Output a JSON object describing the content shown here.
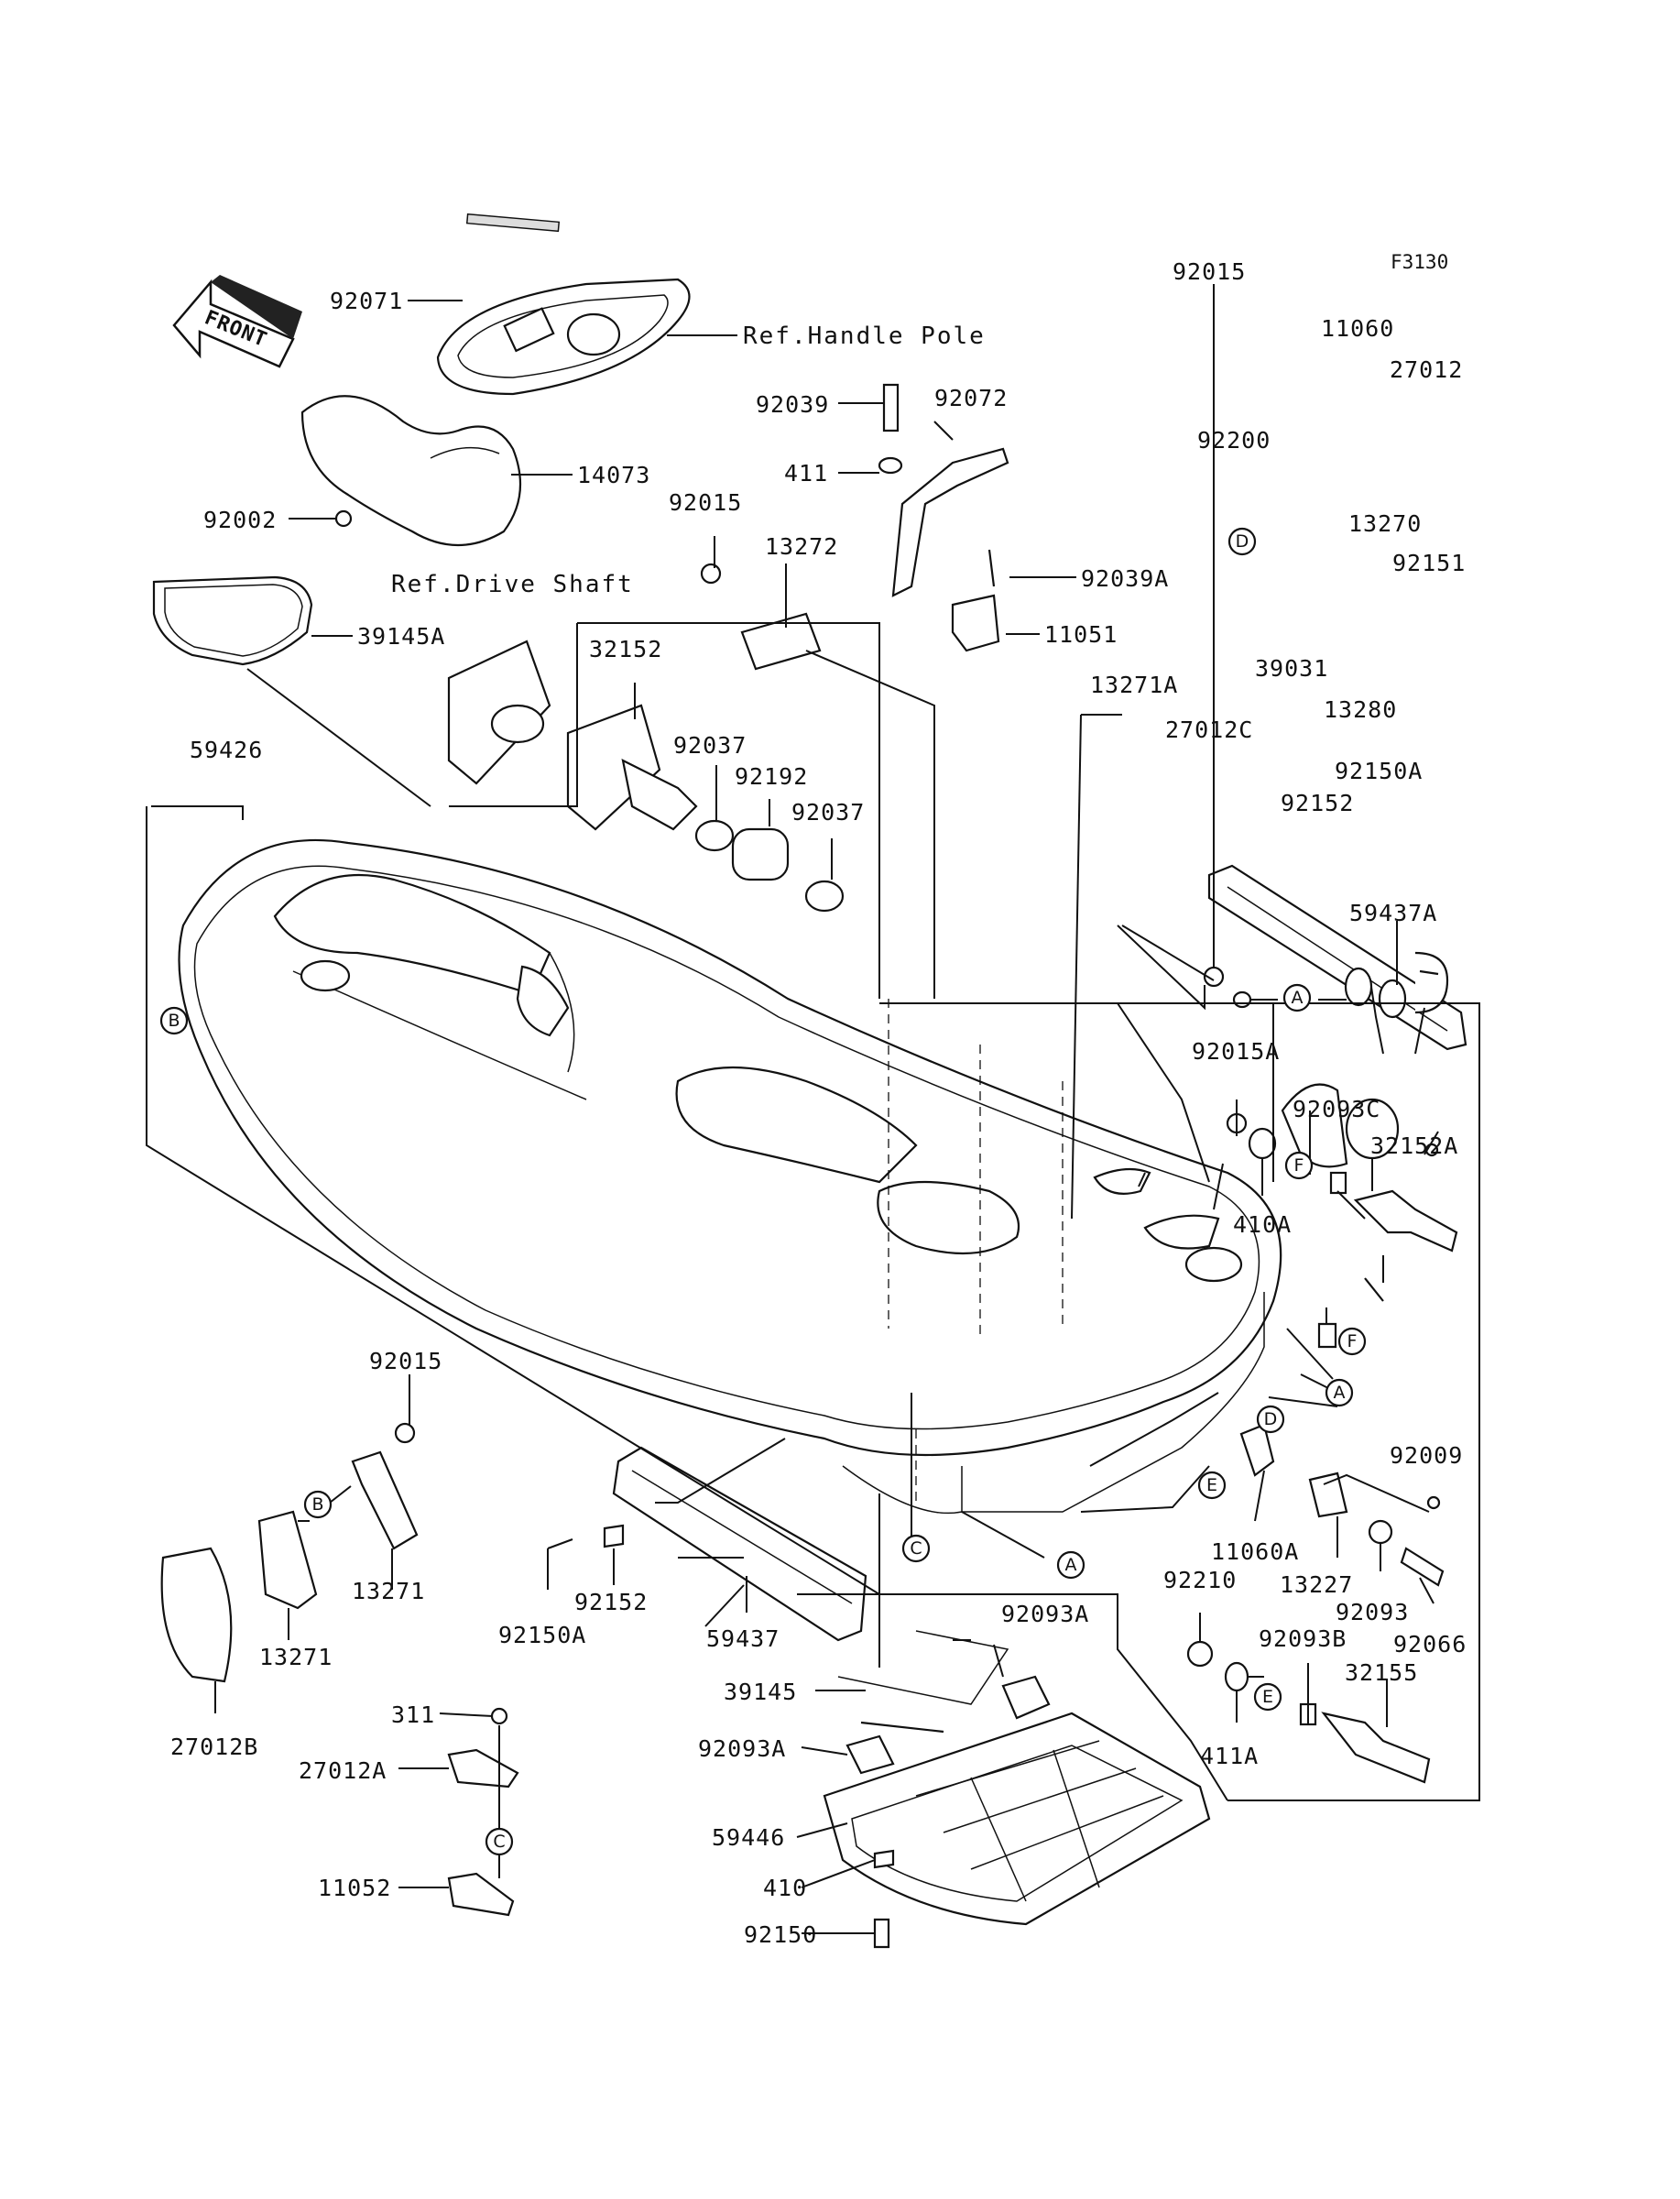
{
  "figure_code": "F3130",
  "front_arrow": {
    "label": "FRONT"
  },
  "references": {
    "handle_pole": "Ref.Handle Pole",
    "drive_shaft": "Ref.Drive Shaft"
  },
  "callout_letters": [
    "A",
    "B",
    "C",
    "D",
    "E",
    "F"
  ],
  "parts": {
    "p92071": "92071",
    "p14073": "14073",
    "p92002": "92002",
    "p39145A": "39145A",
    "p59426": "59426",
    "p92039": "92039",
    "p92072": "92072",
    "p411": "411",
    "p92015_a": "92015",
    "p13272": "13272",
    "p92039A": "92039A",
    "p11051": "11051",
    "p32152": "32152",
    "p92037_a": "92037",
    "p92192": "92192",
    "p92037_b": "92037",
    "p92015_b": "92015",
    "p11060": "11060",
    "p27012": "27012",
    "p92200": "92200",
    "p13270": "13270",
    "p92151": "92151",
    "p39031": "39031",
    "p13280": "13280",
    "p13271A": "13271A",
    "p27012C": "27012C",
    "p92150A_a": "92150A",
    "p92152_a": "92152",
    "p59437A": "59437A",
    "p92015A": "92015A",
    "p92093C": "92093C",
    "p32152A": "32152A",
    "p410A": "410A",
    "p92009": "92009",
    "p11060A": "11060A",
    "p13227": "13227",
    "p92093": "92093",
    "p92066": "92066",
    "p92210": "92210",
    "p92093B": "92093B",
    "p32155": "32155",
    "p411A": "411A",
    "p92093A_a": "92093A",
    "p39145": "39145",
    "p92093A_b": "92093A",
    "p59446": "59446",
    "p410": "410",
    "p92150": "92150",
    "p92015_c": "92015",
    "p13271_a": "13271",
    "p13271_b": "13271",
    "p27012B": "27012B",
    "p92150A_b": "92150A",
    "p92152_b": "92152",
    "p59437": "59437",
    "p311": "311",
    "p27012A": "27012A",
    "p11052": "11052"
  }
}
